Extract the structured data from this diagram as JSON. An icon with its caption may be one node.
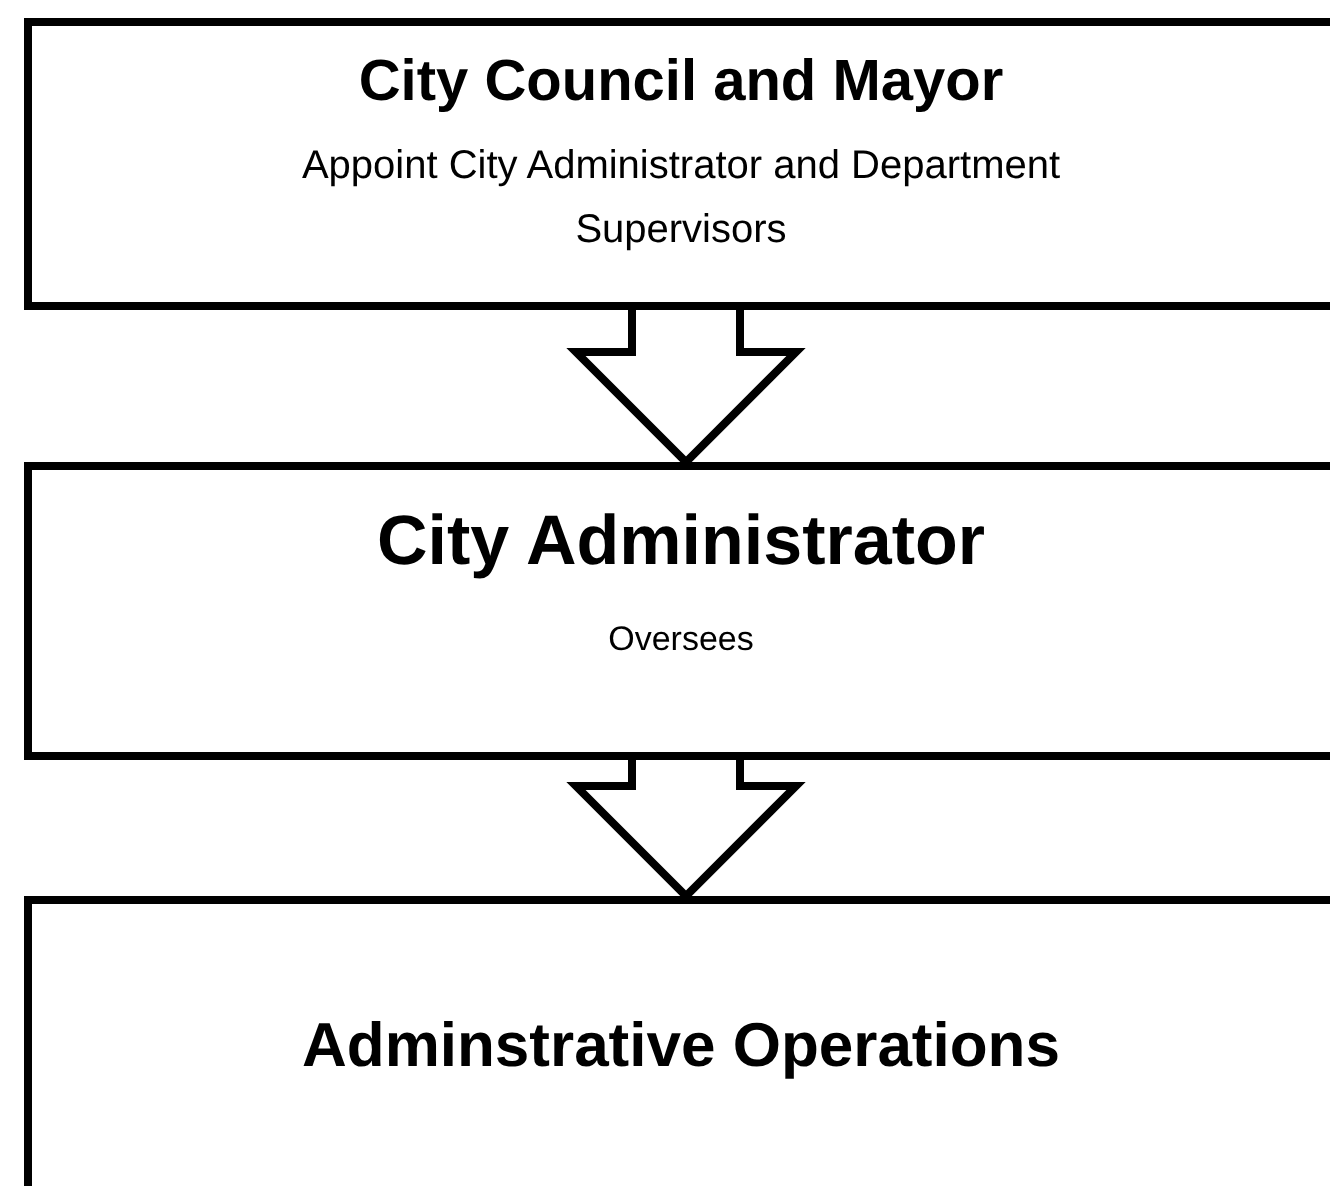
{
  "diagram": {
    "nodes": [
      {
        "text": [
          "City Council and Mayor",
          "Appoint City Administrator and Department Supervisors"
        ]
      },
      {
        "text": [
          "City Administrator",
          "Oversees"
        ]
      },
      {
        "text": [
          "Adminstrative Operations"
        ]
      }
    ],
    "edges": [
      {
        "from": 0,
        "to": 1,
        "arrow": "to"
      },
      {
        "from": 1,
        "to": 2,
        "arrow": "to"
      }
    ]
  }
}
